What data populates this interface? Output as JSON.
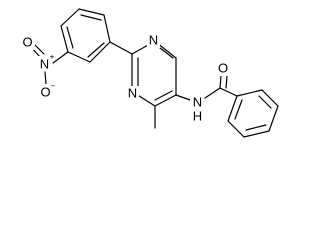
{
  "molecule": {
    "atoms": {
      "n_pyr_top": "N",
      "n_pyr_bottom": "N",
      "n_amide": "N",
      "h_amide": "H",
      "o_carbonyl": "O",
      "n_nitro": "N",
      "n_nitro_charge": "+",
      "o_nitro_top": "O",
      "o_nitro_bottom": "O",
      "o_nitro_charge": "−"
    },
    "colors": {
      "bond": "#000000",
      "label": "#000000",
      "background": "#ffffff"
    }
  }
}
